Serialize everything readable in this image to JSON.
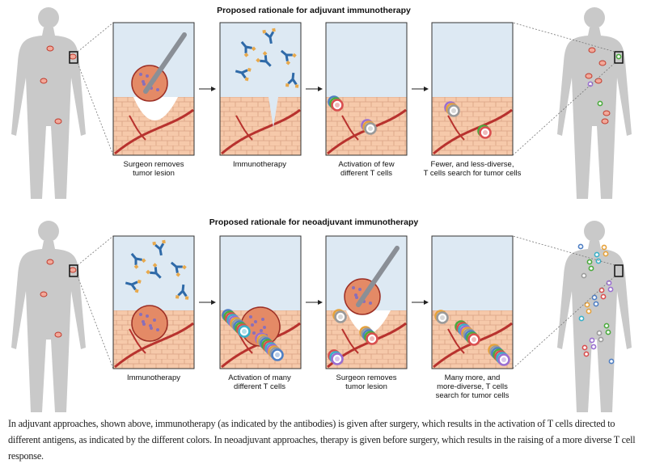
{
  "rows": [
    {
      "title": "Proposed rationale for adjuvant immunotherapy",
      "panels": [
        {
          "label1": "Surgeon removes",
          "label2": "tumor lesion"
        },
        {
          "label1": "Immunotherapy",
          "label2": ""
        },
        {
          "label1": "Activation of few",
          "label2": "different T cells"
        },
        {
          "label1": "Fewer, and less-diverse,",
          "label2": "T cells search for tumor cells"
        }
      ]
    },
    {
      "title": "Proposed rationale for neoadjuvant immunotherapy",
      "panels": [
        {
          "label1": "Immunotherapy",
          "label2": ""
        },
        {
          "label1": "Activation of many",
          "label2": "different T cells"
        },
        {
          "label1": "Surgeon removes",
          "label2": "tumor lesion"
        },
        {
          "label1": "Many more, and",
          "label2": "more-diverse, T cells",
          "label3": "search for tumor cells"
        }
      ]
    }
  ],
  "caption": "In adjuvant approaches, shown above, immunotherapy (as indicated by the antibodies) is given after surgery, which results in the activation of T cells directed to different antigens, as indicated by the different colors. In neoadjuvant approaches, therapy is given before surgery, which results in the raising of a more diverse T cell response.",
  "colors": {
    "sky": "#dde9f3",
    "tissue": "#f6c9aa",
    "vessel": "#b8322e",
    "body": "#c9c9c9",
    "tcell": [
      "#4f7fc4",
      "#9a6fd0",
      "#4caa3e",
      "#e6a23c",
      "#d94f4f",
      "#9a9a9a",
      "#3ab0c8"
    ]
  }
}
